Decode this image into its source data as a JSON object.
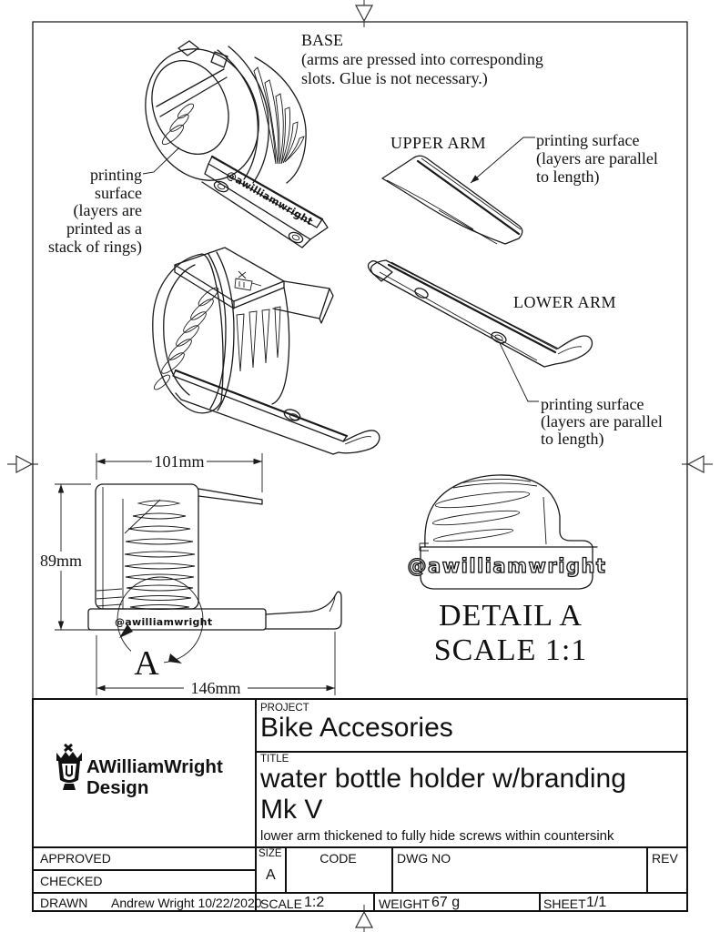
{
  "drawing": {
    "background": "#ffffff",
    "line_color": "#1a1a1a",
    "branding_text": "@awilliamwright",
    "views": {
      "base": {
        "label_lines": [
          "BASE",
          "(arms are pressed into corresponding",
          "slots. Glue is not necessary.)"
        ]
      },
      "ring_note_lines": [
        "printing",
        "surface",
        "(layers are",
        "printed as a",
        "stack of rings)"
      ],
      "upper_arm": {
        "label": "UPPER ARM",
        "note_lines": [
          "printing surface",
          "(layers are parallel",
          "to length)"
        ]
      },
      "lower_arm": {
        "label": "LOWER ARM",
        "note_lines": [
          "printing surface",
          "(layers are parallel",
          "to length)"
        ]
      },
      "detail": {
        "marker": "A",
        "title": "DETAIL A",
        "scale": "SCALE 1:1"
      }
    },
    "dimensions": {
      "front_width": "101mm",
      "front_height": "89mm",
      "overall_length": "146mm"
    }
  },
  "title_block": {
    "logo": {
      "line1": "AWilliamWright",
      "line2": "Design"
    },
    "project": {
      "label": "PROJECT",
      "value": "Bike Accesories"
    },
    "title": {
      "label": "TITLE",
      "line1": "water bottle holder w/branding",
      "line2": "Mk V",
      "note": "lower arm thickened to fully hide screws within countersink"
    },
    "approved_label": "APPROVED",
    "checked_label": "CHECKED",
    "drawn": {
      "label": "DRAWN",
      "value": "Andrew Wright  10/22/2020"
    },
    "size": {
      "label": "SIZE",
      "value": "A"
    },
    "code_label": "CODE",
    "dwg_no_label": "DWG NO",
    "rev_label": "REV",
    "scale": {
      "label": "SCALE",
      "value": "1:2"
    },
    "weight": {
      "label": "WEIGHT",
      "value": "67 g"
    },
    "sheet": {
      "label": "SHEET",
      "value": "1/1"
    }
  }
}
